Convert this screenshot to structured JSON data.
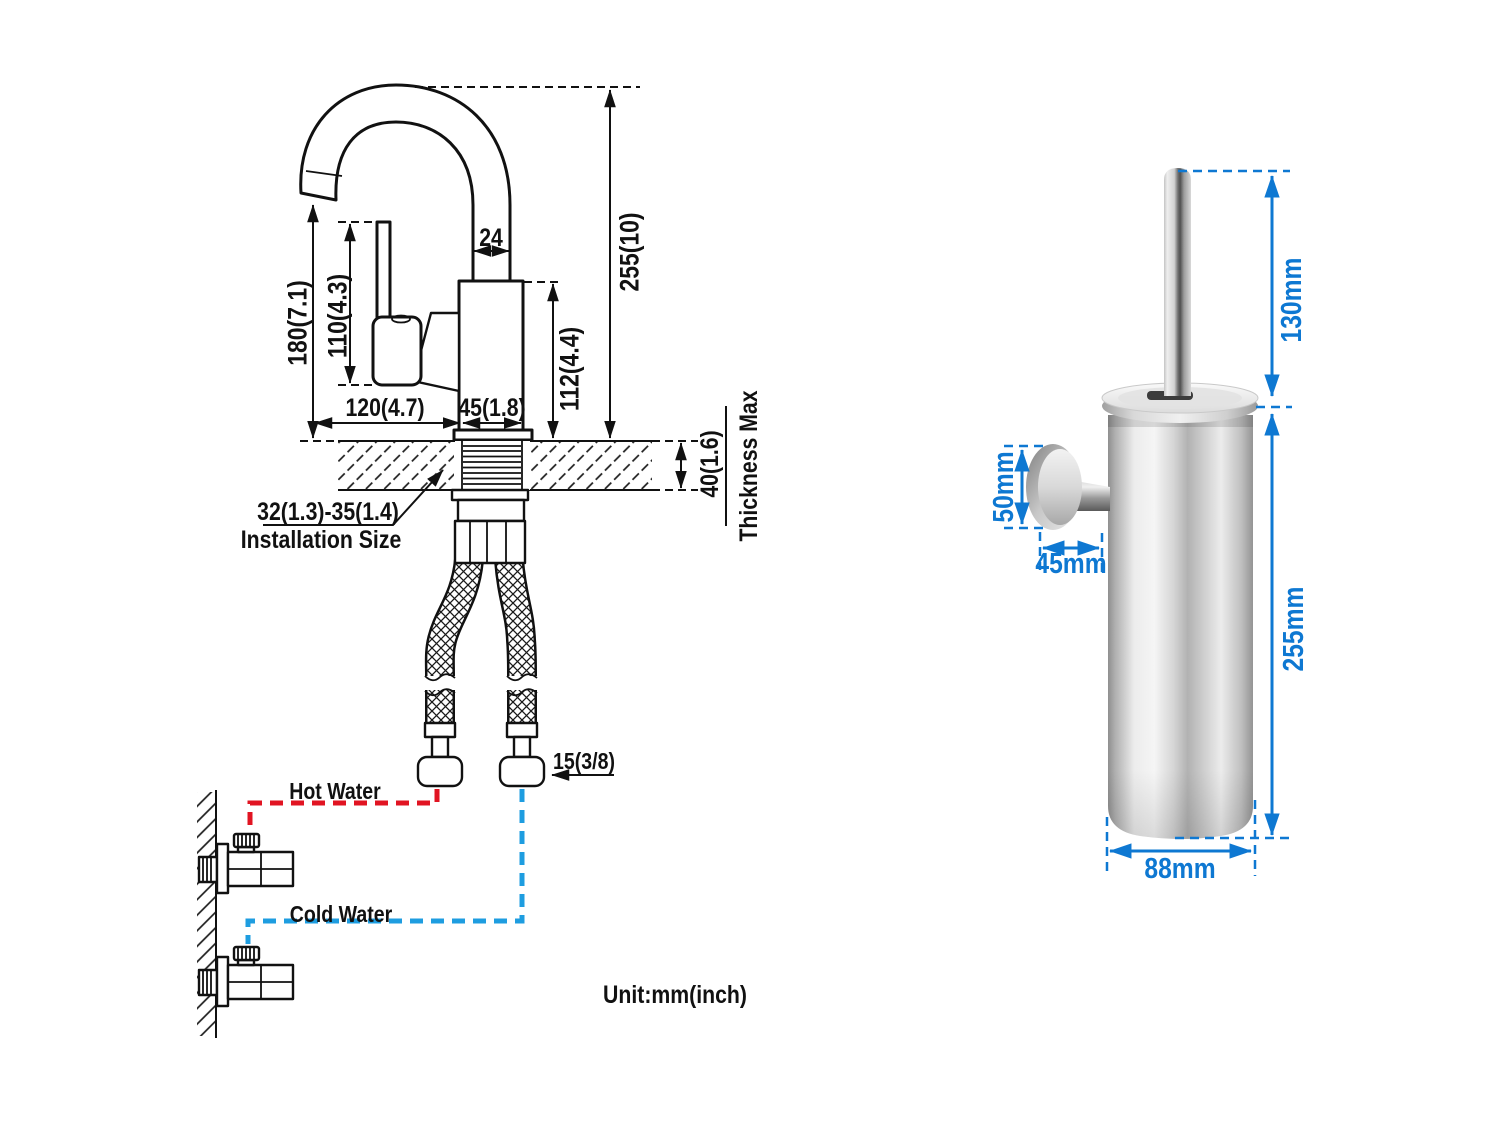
{
  "unit_note": "Unit:mm(inch)",
  "faucet": {
    "dims": {
      "spout_width": "24",
      "overall_height": "255(10)",
      "spout_height": "180(7.1)",
      "handle_height": "110(4.3)",
      "body_height": "112(4.4)",
      "spout_reach": "120(4.7)",
      "body_width": "45(1.8)",
      "deck_thickness": "40(1.6)",
      "thickness_note": "Thickness Max",
      "hole_range": "32(1.3)-35(1.4)",
      "hole_label": "Installation Size",
      "hose_size": "15(3/8)"
    },
    "supply": {
      "hot": "Hot Water",
      "cold": "Cold Water"
    },
    "colors": {
      "hot_line": "#e11422",
      "cold_line": "#1e9de0",
      "ink": "#111111"
    }
  },
  "brush_holder": {
    "dims": {
      "handle_height": "130mm",
      "body_height": "255mm",
      "mount_diameter": "50mm",
      "mount_depth": "45mm",
      "body_diameter": "88mm"
    },
    "accent": "#0e78d2"
  }
}
